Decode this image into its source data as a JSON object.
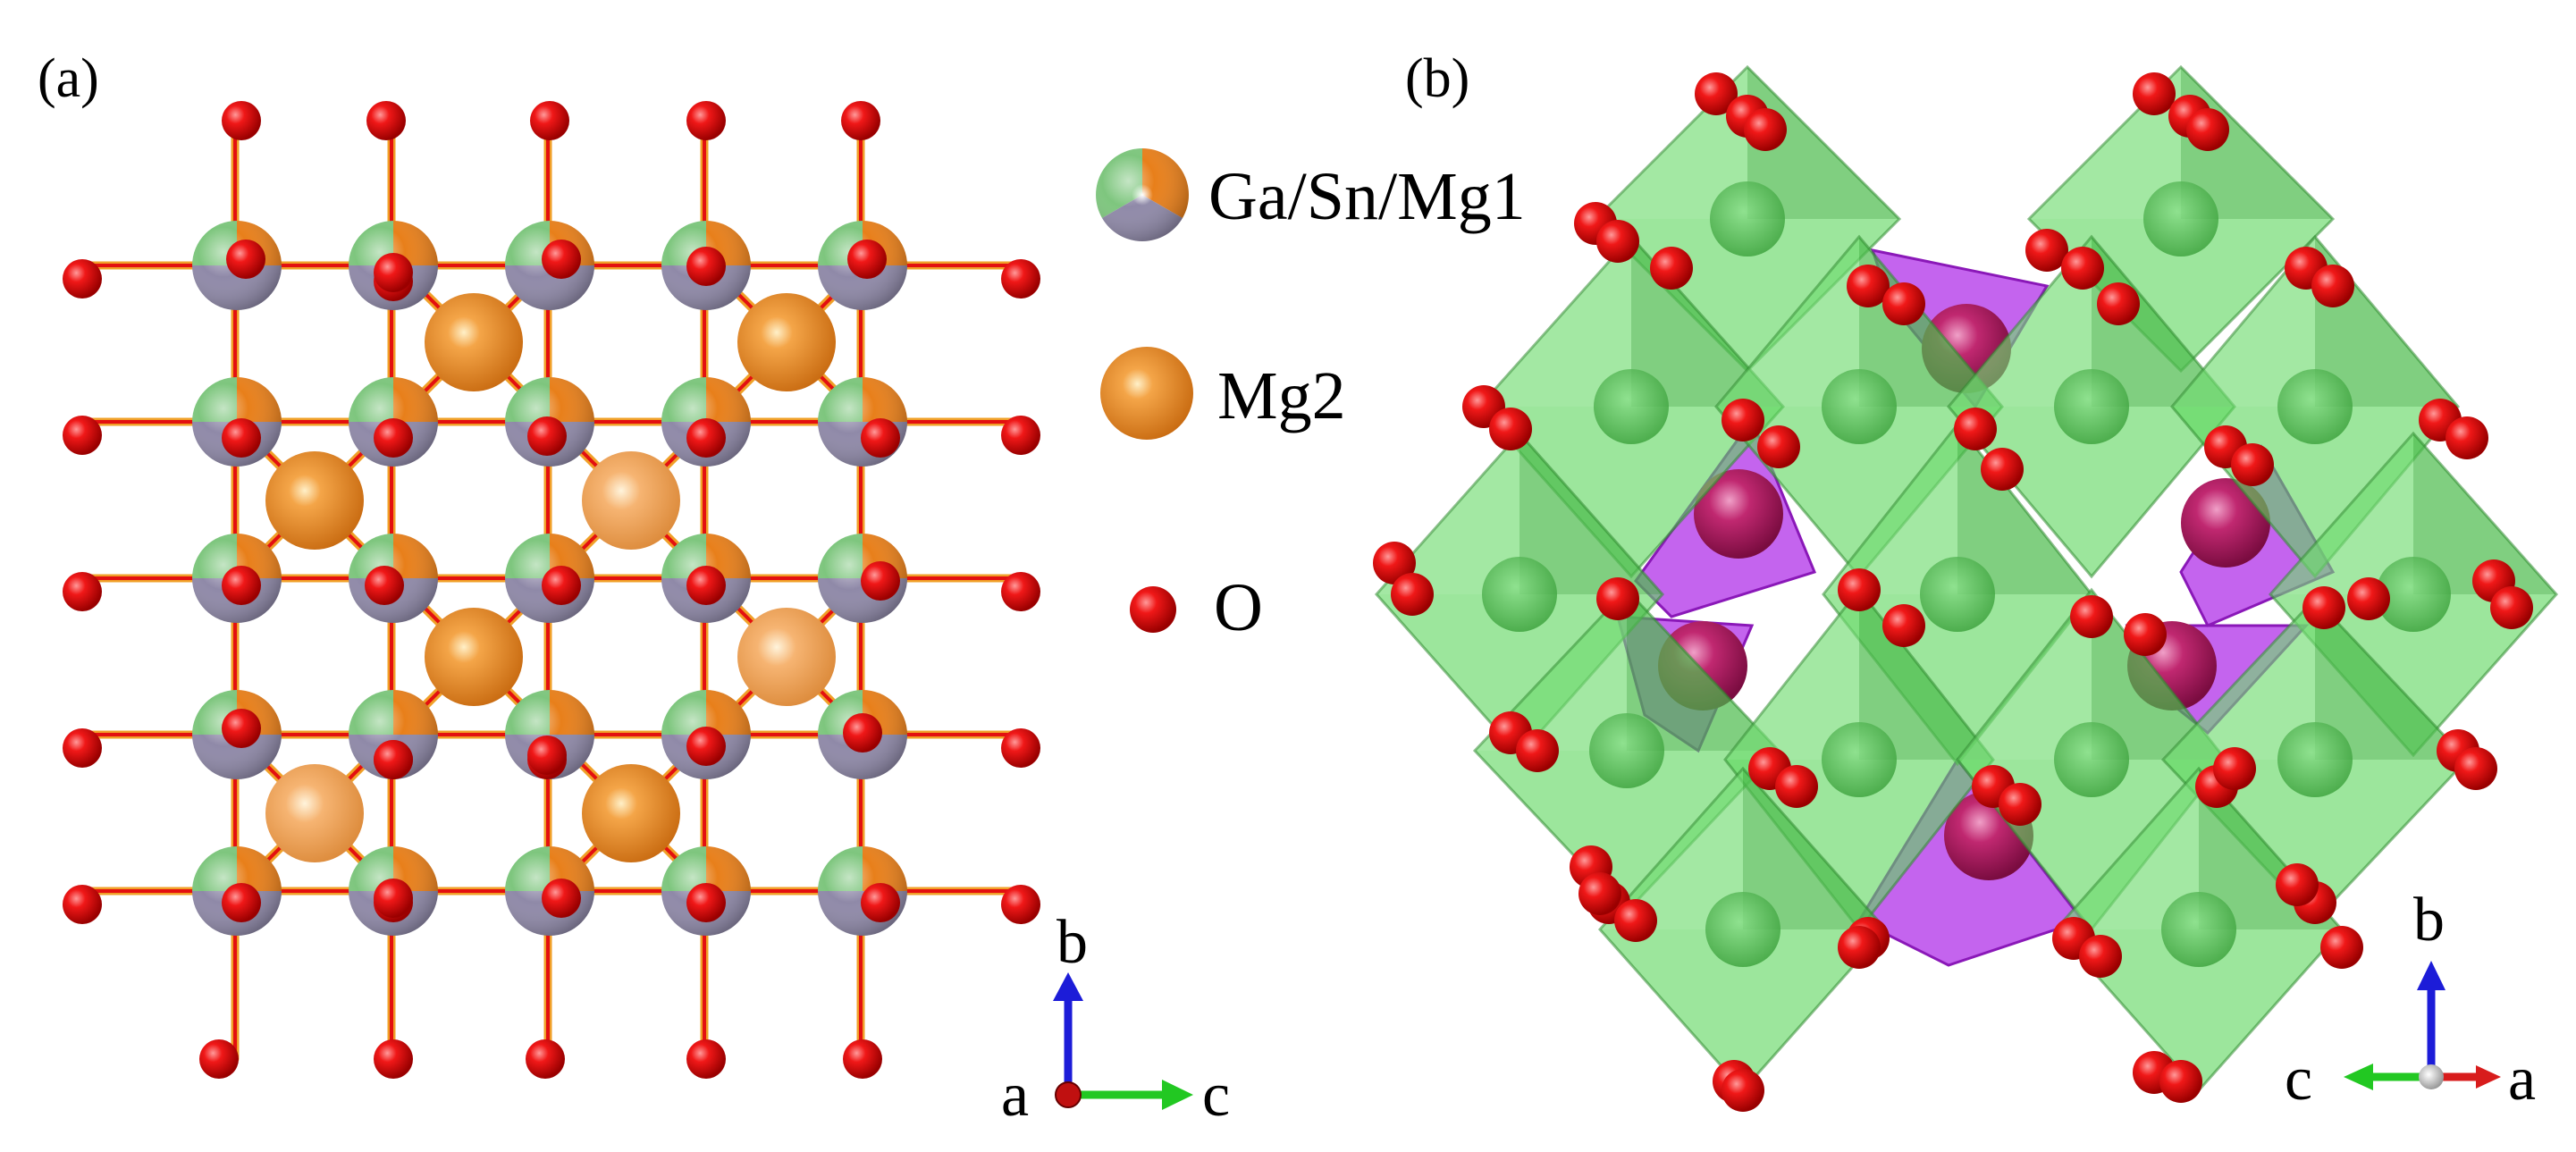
{
  "panel_a": {
    "label": "(a)",
    "axes": {
      "up": "b",
      "right": "c",
      "origin": "a"
    }
  },
  "panel_b": {
    "label": "(b)",
    "axes": {
      "up": "b",
      "left": "c",
      "right": "a"
    }
  },
  "legend": [
    {
      "key": "mixed",
      "label": "Ga/Sn/Mg1"
    },
    {
      "key": "mg2",
      "label": "Mg2"
    },
    {
      "key": "o",
      "label": "O"
    }
  ],
  "colors": {
    "ga": "#7ec67e",
    "sn": "#8f89a8",
    "mg": "#e87f1a",
    "o": "#e31010",
    "bond_metal": "#f0a028",
    "octa_green": "#5fd65f",
    "octa_purple": "#b030e8",
    "axis_b": "#1c1cd8",
    "axis_c": "#22c822",
    "axis_a": "#d81c1c"
  },
  "icons": [
    "atom-ga-sn-mg1-icon",
    "atom-mg2-icon",
    "atom-o-icon",
    "axis-arrow-icon"
  ]
}
